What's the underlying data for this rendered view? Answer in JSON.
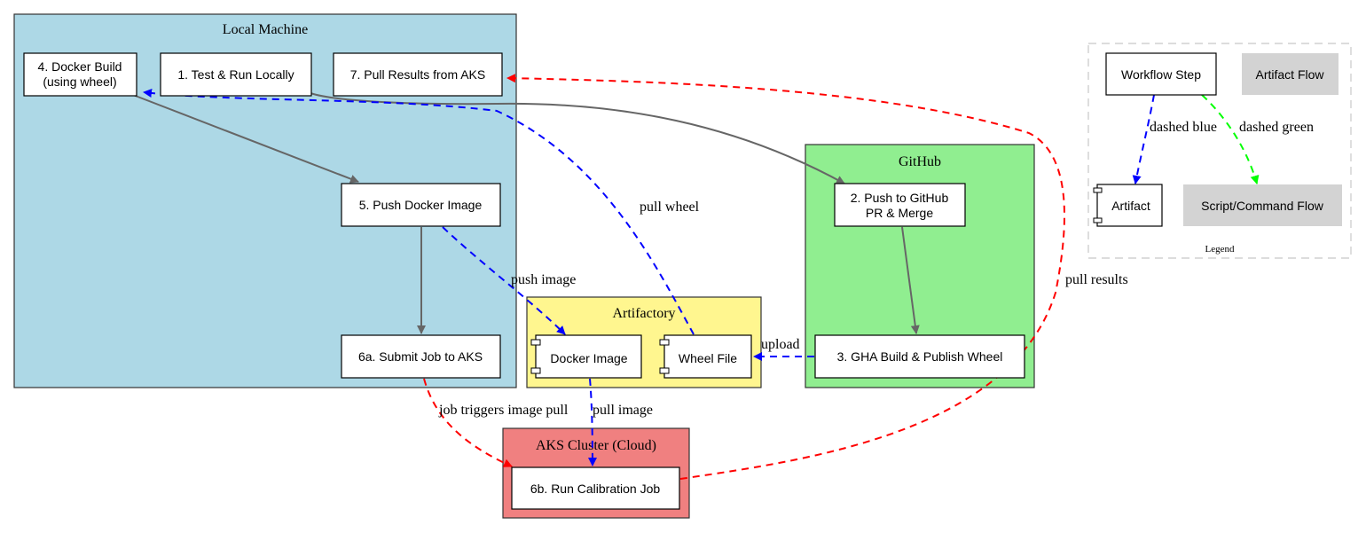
{
  "diagram": {
    "clusters": {
      "local": {
        "label": "Local Machine",
        "fill": "#add8e6"
      },
      "github": {
        "label": "GitHub",
        "fill": "#90ee90"
      },
      "artifactory": {
        "label": "Artifactory",
        "fill": "#fff68f"
      },
      "aks": {
        "label": "AKS Cluster (Cloud)",
        "fill": "#f08080"
      },
      "legend": {
        "label": "Legend"
      }
    },
    "nodes": {
      "docker_build": {
        "line1": "4. Docker Build",
        "line2": "(using wheel)"
      },
      "test_run": {
        "label": "1. Test & Run Locally"
      },
      "pull_results": {
        "label": "7. Pull Results from AKS"
      },
      "push_docker": {
        "label": "5. Push Docker Image"
      },
      "submit_job": {
        "label": "6a. Submit Job to AKS"
      },
      "push_github": {
        "line1": "2. Push to GitHub",
        "line2": "PR & Merge"
      },
      "gha_build": {
        "label": "3. GHA Build & Publish Wheel"
      },
      "docker_image": {
        "label": "Docker Image"
      },
      "wheel_file": {
        "label": "Wheel File"
      },
      "run_calibration": {
        "label": "6b. Run Calibration Job"
      }
    },
    "edge_labels": {
      "pull_wheel": "pull wheel",
      "push_image": "push image",
      "upload": "upload",
      "job_triggers": "job triggers image pull",
      "pull_image": "pull image",
      "pull_results": "pull results"
    },
    "legend": {
      "workflow_step": "Workflow Step",
      "artifact_flow": "Artifact Flow",
      "artifact": "Artifact",
      "script_flow": "Script/Command Flow",
      "dashed_blue": "dashed blue",
      "dashed_green": "dashed green"
    },
    "colors": {
      "workflow_edge": "#666666",
      "artifact_edge": "#0000ff",
      "script_edge": "#ff0000",
      "legend_green": "#00ff00",
      "legend_box": "#d3d3d3"
    }
  }
}
